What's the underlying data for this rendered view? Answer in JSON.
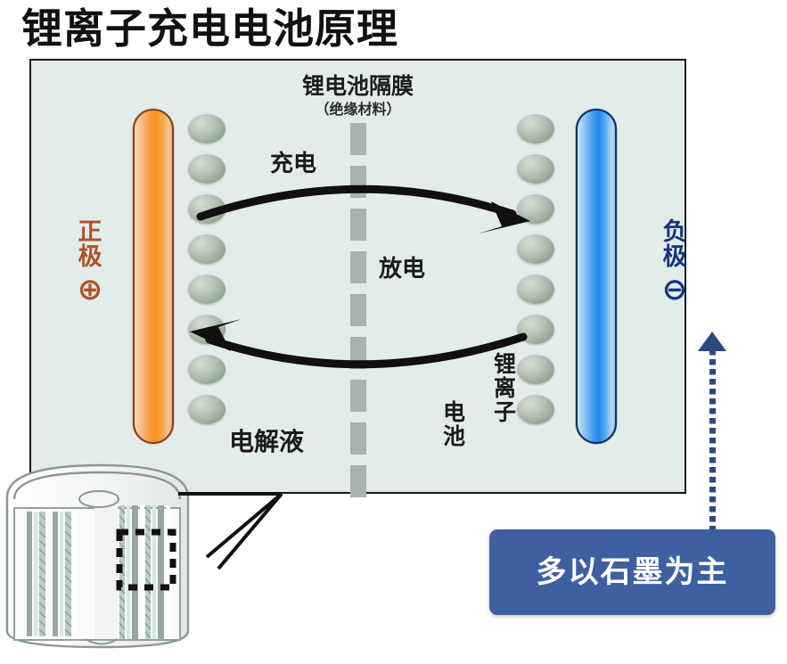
{
  "title": "锂离子充电电池原理",
  "panel": {
    "separator": {
      "title": "锂电池隔膜",
      "subtitle": "（绝缘材料）",
      "dash_count": 9,
      "dash_color": "#a9b2ae"
    },
    "cathode": {
      "label": "正极",
      "sign": "⊕",
      "color": "#f59a3e",
      "border_color": "#8c3d1c",
      "text_color": "#b0522a"
    },
    "anode": {
      "label": "负极",
      "sign": "⊖",
      "color": "#1f86ec",
      "border_color": "#0d2d66",
      "text_color": "#17357e"
    },
    "ions": {
      "left_count": 8,
      "right_count": 8,
      "color": "#9dad9b"
    },
    "arrows": [
      {
        "name": "charge",
        "label": "充电",
        "direction": "right"
      },
      {
        "name": "discharge",
        "label": "放电",
        "direction": "left"
      }
    ],
    "electrolyte_label": "电解液",
    "lithium_ion_label": "锂离子",
    "cell_label": "电池",
    "background": "#e2edea",
    "border_color": "#18181a"
  },
  "callout": {
    "text": "多以石墨为主",
    "background": "#3f60a0",
    "text_color": "#ffffff"
  }
}
